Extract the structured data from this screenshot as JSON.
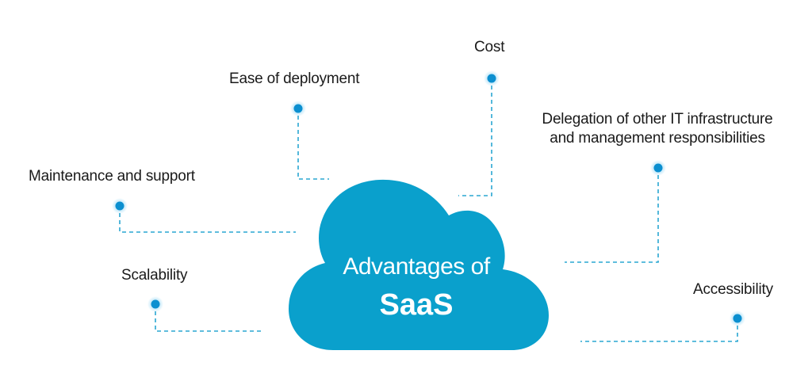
{
  "center": {
    "line1": "Advantages of",
    "line2": "SaaS"
  },
  "advantages": {
    "cost": "Cost",
    "ease_of_deployment": "Ease of deployment",
    "delegation_line1": "Delegation of other IT infrastructure",
    "delegation_line2": "and management responsibilities",
    "maintenance": "Maintenance and support",
    "scalability": "Scalability",
    "accessibility": "Accessibility"
  },
  "colors": {
    "cloud": "#0aa0cc",
    "connector": "#2aa7d2",
    "dot": "#0b8fd0",
    "text": "#1a1a1a",
    "center_text": "#ffffff"
  }
}
